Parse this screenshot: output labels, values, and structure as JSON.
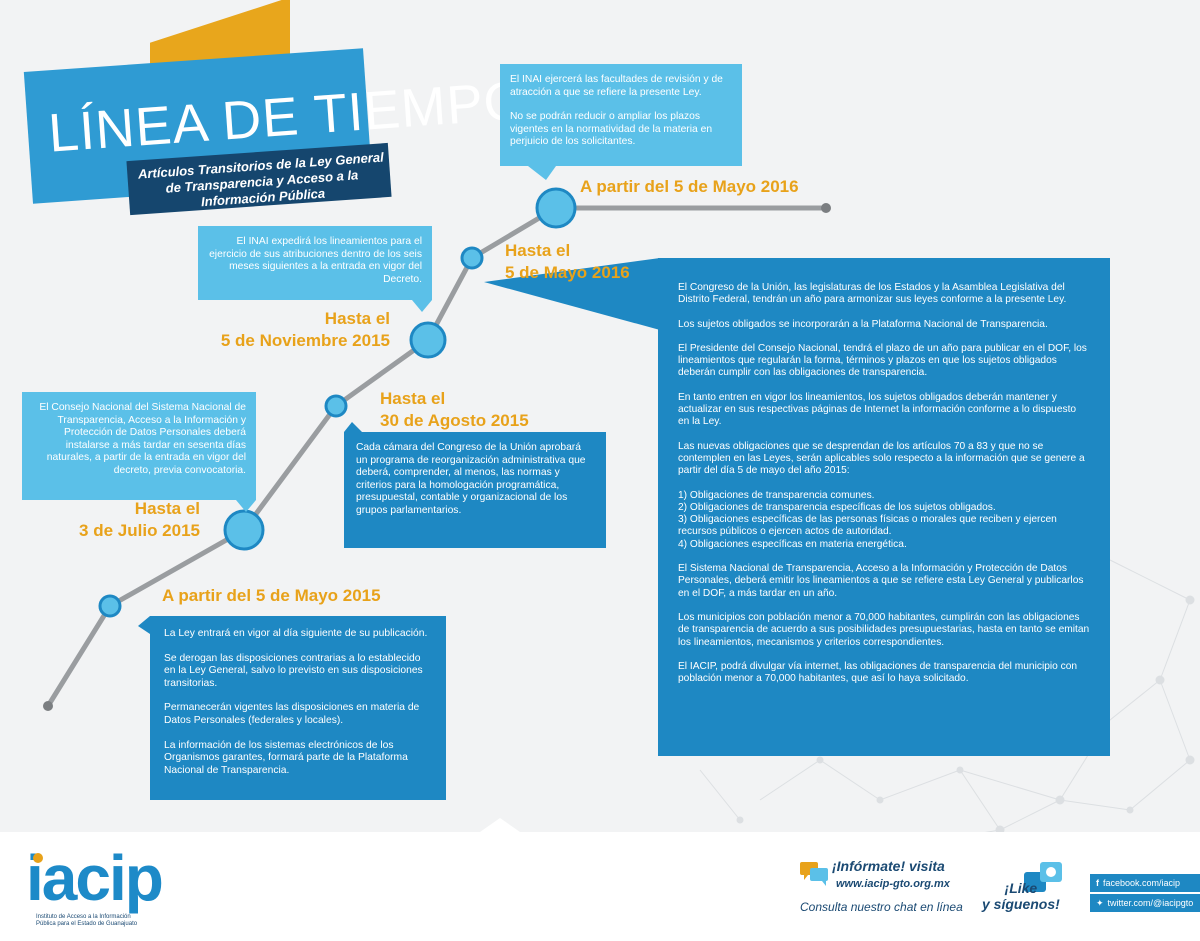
{
  "banner": {
    "title": "LÍNEA DE TIEMPO",
    "subtitle": "Artículos Transitorios de la Ley General de Transparencia y Acceso a la Información Pública"
  },
  "milestones": {
    "m1_date": "A partir del 5 de Mayo 2015",
    "m2_date_line1": "Hasta el",
    "m2_date_line2": "3 de Julio 2015",
    "m3_date_line1": "Hasta el",
    "m3_date_line2": "30 de Agosto 2015",
    "m4_date_line1": "Hasta el",
    "m4_date_line2": "5 de Noviembre 2015",
    "m5_date_line1": "Hasta el",
    "m5_date_line2": "5 de Mayo 2016",
    "m6_date": "A partir del 5 de Mayo 2016"
  },
  "boxes": {
    "may2015": [
      "La Ley entrará en vigor al día siguiente de su publicación.",
      "Se derogan las disposiciones contrarias a lo establecido en la Ley General, salvo lo previsto en sus disposiciones transitorias.",
      "Permanecerán vigentes las disposiciones en materia de Datos Personales (federales y locales).",
      "La información de los sistemas electrónicos de los Organismos garantes, formará parte de la Plataforma Nacional de Transparencia."
    ],
    "jul2015": "El Consejo Nacional del Sistema Nacional de Transparencia, Acceso a la Información y Protección de Datos Personales deberá instalarse a más tardar en sesenta días naturales, a partir de la entrada en vigor del decreto, previa convocatoria.",
    "aug2015": "Cada cámara del Congreso de la Unión aprobará un programa de reorganización administrativa que deberá, comprender, al menos, las normas y criterios para la homologación programática, presupuestal, contable y organizacional de los grupos parlamentarios.",
    "nov2015": "El INAI expedirá los lineamientos para el ejercicio de sus atribuciones dentro de los seis meses siguientes a la entrada en vigor del Decreto.",
    "after2016": [
      "El INAI ejercerá las facultades de revisión y de atracción a que se refiere la presente Ley.",
      "No se podrán reducir o ampliar los plazos vigentes en la normatividad de la materia en perjuicio de los solicitantes."
    ],
    "may2016": [
      "El Congreso de la Unión, las legislaturas de los Estados y la Asamblea Legislativa del Distrito Federal, tendrán un año para armonizar sus leyes conforme a la presente Ley.",
      "Los sujetos obligados se incorporarán a la Plataforma Nacional de Transparencia.",
      "El Presidente del Consejo Nacional, tendrá el plazo de un año para publicar en el DOF, los lineamientos que regularán la forma, términos y plazos en que los sujetos obligados deberán cumplir con las obligaciones de transparencia.",
      "En tanto entren en vigor los lineamientos, los sujetos obligados deberán mantener y actualizar en sus respectivas páginas de Internet la información conforme a lo dispuesto en la Ley.",
      "Las nuevas obligaciones que se desprendan de los artículos 70 a 83 y que no se contemplen en las Leyes, serán aplicables solo respecto a la información que se genere a partir del día 5 de mayo del año 2015:",
      "1) Obligaciones de transparencia comunes.",
      "2) Obligaciones de transparencia específicas de los sujetos obligados.",
      "3) Obligaciones específicas de las personas físicas o morales que reciben y ejercen recursos públicos o ejercen actos de autoridad.",
      "4) Obligaciones específicas en materia energética.",
      "El Sistema Nacional de Transparencia, Acceso a la Información y Protección de Datos Personales, deberá emitir los lineamientos a que se refiere esta Ley General y publicarlos en el DOF, a más tardar en un año.",
      "Los municipios con población menor a 70,000 habitantes, cumplirán con las obligaciones de transparencia de acuerdo a sus posibilidades presupuestarias, hasta en tanto se emitan los lineamientos, mecanismos y criterios correspondientes.",
      "El IACIP, podrá divulgar vía internet, las obligaciones de transparencia del municipio con población menor a 70,000 habitantes, que así lo haya solicitado."
    ]
  },
  "footer": {
    "logo": "iacip",
    "logo_sub": "Instituto de Acceso a la Información Pública para el Estado de Guanajuato",
    "promo_title": "¡Infórmate! visita",
    "promo_url": "www.iacip-gto.org.mx",
    "promo_chat": "Consulta nuestro chat en línea",
    "like_line1": "¡Like",
    "like_line2": "y síguenos!",
    "facebook": "facebook.com/iacip",
    "twitter": "twitter.com/@iacipgto"
  },
  "colors": {
    "light_blue": "#5bc0e8",
    "dark_blue": "#1e88c3",
    "navy": "#15466e",
    "gold": "#e8a21a",
    "timeline_line": "#9a9da0"
  }
}
